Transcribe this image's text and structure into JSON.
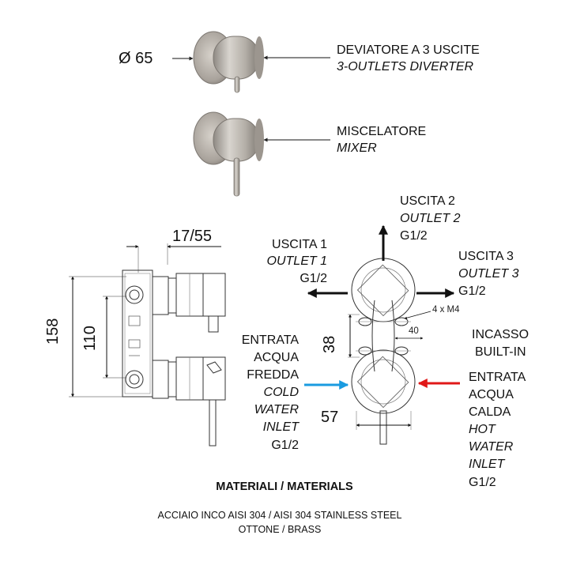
{
  "products": {
    "diameter": "Ø 65",
    "diverter": {
      "it": "DEVIATORE A 3 USCITE",
      "en": "3-OUTLETS DIVERTER"
    },
    "mixer": {
      "it": "MISCELATORE",
      "en": "MIXER"
    }
  },
  "side_view": {
    "depth": "17/55",
    "height_total": "158",
    "height_inner": "110"
  },
  "front_view": {
    "outlet_1": {
      "it": "USCITA 1",
      "en": "OUTLET 1",
      "thread": "G1/2"
    },
    "outlet_2": {
      "it": "USCITA 2",
      "en": "OUTLET 2",
      "thread": "G1/2"
    },
    "outlet_3": {
      "it": "USCITA 3",
      "en": "OUTLET 3",
      "thread": "G1/2"
    },
    "screws": "4 x M4",
    "spacing_40": "40",
    "spacing_38": "38",
    "width_57": "57",
    "builtin": {
      "it": "INCASSO",
      "en": "BUILT-IN"
    },
    "cold_inlet": {
      "it": [
        "ENTRATA",
        "ACQUA",
        "FREDDA"
      ],
      "en": [
        "COLD",
        "WATER",
        "INLET"
      ],
      "thread": "G1/2"
    },
    "hot_inlet": {
      "it": [
        "ENTRATA",
        "ACQUA",
        "CALDA"
      ],
      "en": [
        "HOT",
        "WATER",
        "INLET"
      ],
      "thread": "G1/2"
    }
  },
  "materials": {
    "title": "MATERIALI / MATERIALS",
    "line1": "ACCIAIO INCO AISI 304 / AISI 304 STAINLESS STEEL",
    "line2": "OTTONE / BRASS"
  },
  "colors": {
    "cold_arrow": "#1a9be0",
    "hot_arrow": "#e01818",
    "ink": "#111111",
    "steel": "#b9b3ab"
  }
}
